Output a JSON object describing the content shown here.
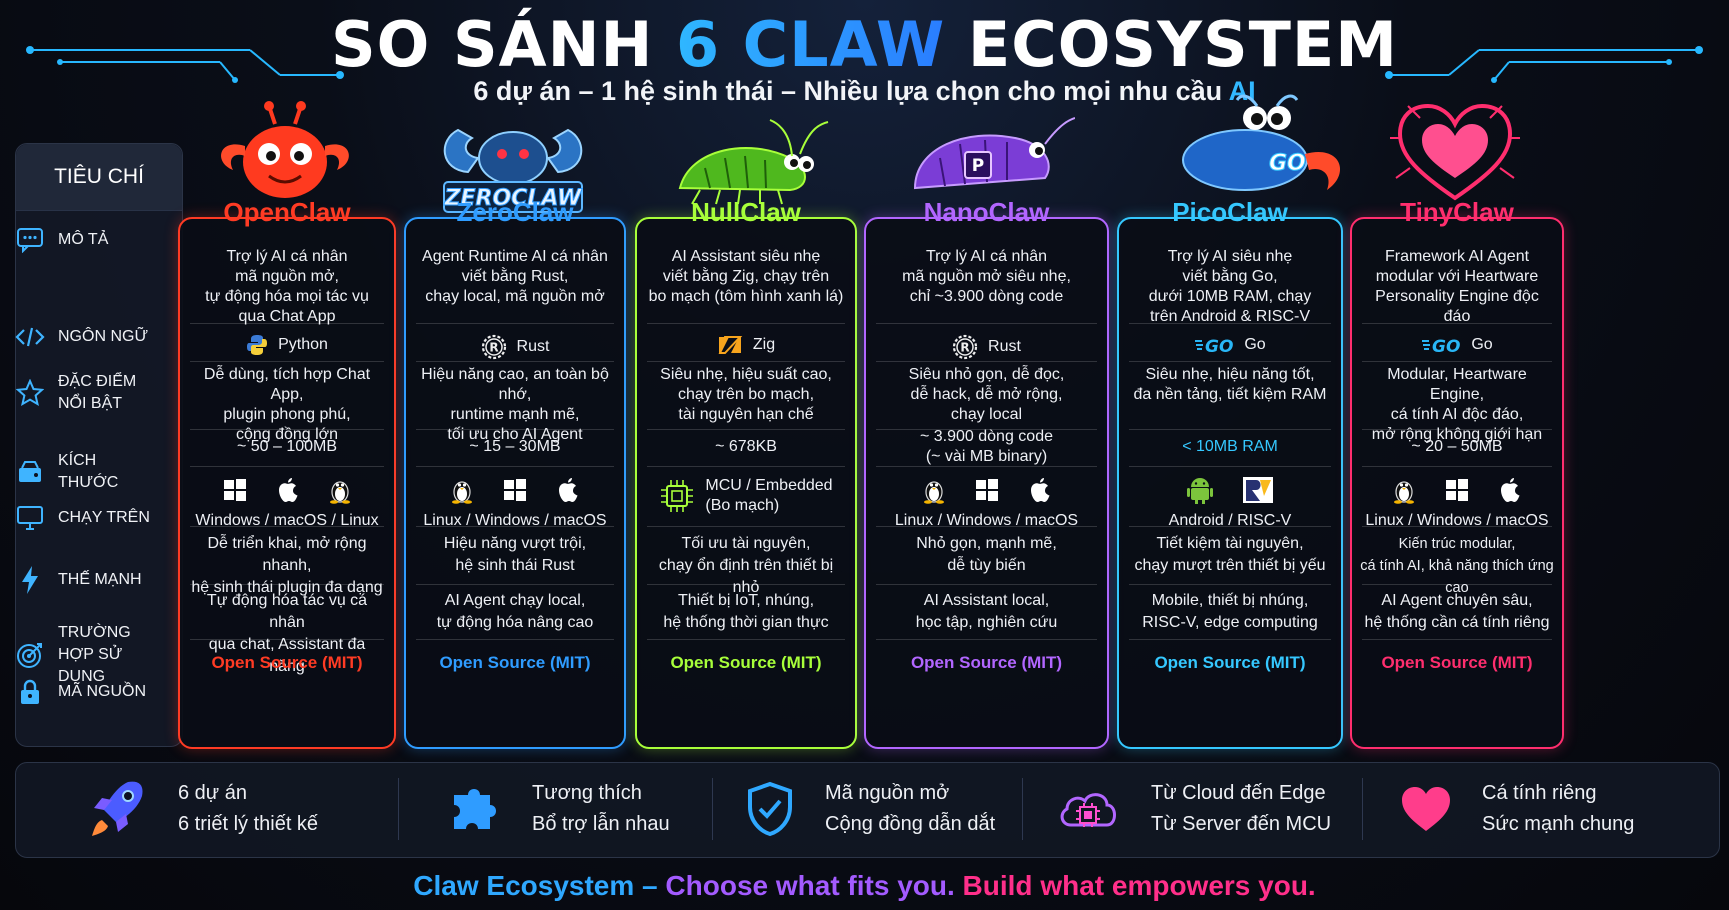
{
  "header": {
    "title_pre": "SO SÁNH ",
    "title_accent": "6 CLAW",
    "title_post": " ECOSYSTEM",
    "subtitle_main": "6 dự án – 1 hệ sinh thái – Nhiều lựa chọn cho mọi nhu cầu ",
    "subtitle_ai": "AI"
  },
  "criteria": {
    "heading": "TIÊU CHÍ",
    "items": [
      {
        "label": "MÔ TẢ",
        "icon": "chat-bubble-icon"
      },
      {
        "label": "NGÔN NGỮ",
        "icon": "code-icon"
      },
      {
        "label": "ĐẶC ĐIỂM NỔI BẬT",
        "icon": "star-icon"
      },
      {
        "label": "KÍCH THƯỚC",
        "icon": "drive-icon"
      },
      {
        "label": "CHẠY TRÊN",
        "icon": "monitor-icon"
      },
      {
        "label": "THẾ MẠNH",
        "icon": "lightning-icon"
      },
      {
        "label": "TRƯỜNG HỢP SỬ DỤNG",
        "icon": "target-icon"
      },
      {
        "label": "MÃ NGUỒN",
        "icon": "lock-icon"
      }
    ]
  },
  "projects": [
    {
      "name": "OpenClaw",
      "color": "#ff3b24",
      "description": "Trợ lý AI cá nhân\nmã nguồn mở,\ntự động hóa mọi tác vụ\nqua Chat App",
      "language": "Python",
      "features": "Dễ dùng, tích hợp Chat App,\nplugin phong phú,\ncộng đồng lớn",
      "size": "~ 50 – 100MB",
      "platforms": "Windows / macOS / Linux",
      "strengths": "Dễ triển khai, mở rộng nhanh,\nhệ sinh thái plugin đa dạng",
      "use_cases": "Tự động hóa tác vụ cá nhân\nqua chat, Assistant đa năng",
      "license": "Open Source (MIT)"
    },
    {
      "name": "ZeroClaw",
      "color": "#2f9cff",
      "logo_text": "ZEROCLAW",
      "description": "Agent Runtime AI cá nhân\nviết bằng Rust,\nchạy local, mã nguồn mở",
      "language": "Rust",
      "features": "Hiệu năng cao, an toàn bộ nhớ,\nruntime mạnh mẽ,\ntối ưu cho AI Agent",
      "size": "~ 15 – 30MB",
      "platforms": "Linux / Windows / macOS",
      "strengths": "Hiệu năng vượt trội,\nhệ sinh thái Rust",
      "use_cases": "AI Agent chạy local,\ntự động hóa nâng cao",
      "license": "Open Source (MIT)"
    },
    {
      "name": "NullClaw",
      "color": "#a8ff3a",
      "description": "AI Assistant siêu nhẹ\nviết bằng Zig, chạy trên\nbo mạch (tôm hình xanh lá)",
      "language": "Zig",
      "features": "Siêu nhẹ, hiệu suất cao,\nchạy trên bo mạch,\ntài nguyên hạn chế",
      "size": "~ 678KB",
      "platforms": "MCU / Embedded\n(Bo mạch)",
      "strengths": "Tối ưu tài nguyên,\nchạy ổn định trên thiết bị nhỏ",
      "use_cases": "Thiết bị IoT, nhúng,\nhệ thống thời gian thực",
      "license": "Open Source (MIT)"
    },
    {
      "name": "NanoClaw",
      "color": "#b266ff",
      "description": "Trợ lý AI cá nhân\nmã nguồn mở siêu nhẹ,\nchỉ ~3.900 dòng code",
      "language": "Rust",
      "features": "Siêu nhỏ gọn, dễ đọc,\ndễ hack, dễ mở rộng,\nchạy local",
      "size": "~ 3.900 dòng code\n(~ vài MB binary)",
      "platforms": "Linux / Windows / macOS",
      "strengths": "Nhỏ gọn, mạnh mẽ,\ndễ tùy biến",
      "use_cases": "AI Assistant local,\nhọc tập, nghiên cứu",
      "license": "Open Source (MIT)"
    },
    {
      "name": "PicoClaw",
      "color": "#35c8ff",
      "logo_text": "GO",
      "description": "Trợ lý AI siêu nhẹ\nviết bằng Go,\ndưới 10MB RAM, chạy\ntrên Android & RISC-V",
      "language": "Go",
      "features": "Siêu nhẹ, hiệu năng tốt,\nđa nền tảng, tiết kiệm RAM",
      "size": "< 10MB RAM",
      "platforms": "Android / RISC-V",
      "strengths": "Tiết kiệm tài nguyên,\nchạy mượt trên thiết bị yếu",
      "use_cases": "Mobile, thiết bị nhúng,\nRISC-V, edge computing",
      "license": "Open Source (MIT)"
    },
    {
      "name": "TinyClaw",
      "color": "#ff2e6e",
      "description": "Framework AI Agent\nmodular với Heartware\nPersonality Engine độc đáo",
      "language": "Go",
      "features": "Modular, Heartware Engine,\ncá tính AI độc đáo,\nmở rộng không giới hạn",
      "size": "~ 20 – 50MB",
      "platforms": "Linux / Windows / macOS",
      "strengths": "Kiến trúc modular,\ncá tính AI, khả năng thích ứng cao",
      "use_cases": "AI Agent chuyên sâu,\nhệ thống cần cá tính riêng",
      "license": "Open Source (MIT)"
    }
  ],
  "bottom_features": [
    {
      "icon": "rocket-icon",
      "line1": "6 dự án",
      "line2": "6 triết lý thiết kế"
    },
    {
      "icon": "puzzle-icon",
      "line1": "Tương thích",
      "line2": "Bổ trợ lẫn nhau"
    },
    {
      "icon": "shield-check-icon",
      "line1": "Mã nguồn mở",
      "line2": "Cộng đồng dẫn dắt"
    },
    {
      "icon": "cloud-chip-icon",
      "line1": "Từ Cloud đến Edge",
      "line2": "Từ Server đến MCU"
    },
    {
      "icon": "heart-icon",
      "line1": "Cá tính riêng",
      "line2": "Sức mạnh chung"
    }
  ],
  "tagline": {
    "part1": "Claw Ecosystem – ",
    "part2": "Choose what fits you. ",
    "part3": "Build what empowers you."
  },
  "colors": {
    "part1": "#2fa8ff",
    "part2": "#a35bff",
    "part3": "#ff2f8a"
  }
}
